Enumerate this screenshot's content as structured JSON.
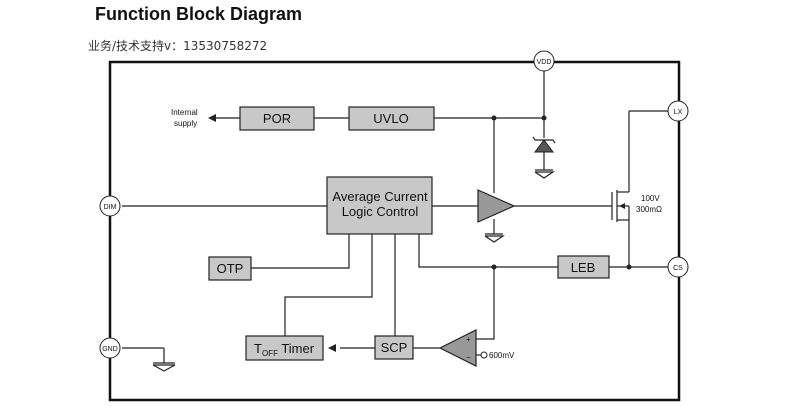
{
  "header": {
    "title": "Function Block Diagram",
    "support": "业务/技术支持v：13530758272"
  },
  "pins": {
    "vdd": "VDD",
    "lx": "LX",
    "dim": "DIM",
    "cs": "CS",
    "gnd": "GND"
  },
  "blocks": {
    "por": "POR",
    "uvlo": "UVLO",
    "avg_line1": "Average Current",
    "avg_line2": "Logic Control",
    "otp": "OTP",
    "leb": "LEB",
    "scp": "SCP",
    "toff_t": "T",
    "toff_sub": "OFF",
    "toff_rest": " Timer"
  },
  "labels": {
    "internal_line1": "Internal",
    "internal_line2": "supply",
    "mosfet_v": "100V",
    "mosfet_r": "300mΩ",
    "ref_600": "600mV",
    "comp_plus": "+",
    "comp_minus": "−"
  }
}
